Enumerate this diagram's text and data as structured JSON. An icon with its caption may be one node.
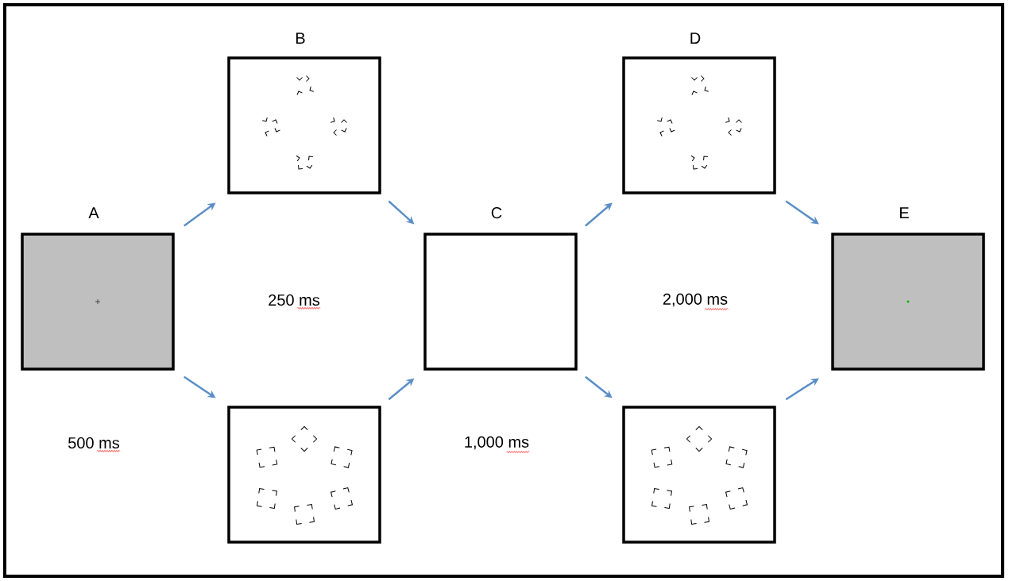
{
  "diagram": {
    "nodes": [
      {
        "text": [
          "A"
        ]
      },
      {
        "text": [
          "B"
        ]
      },
      {
        "text": [],
        "shape": "box"
      },
      {
        "text": [
          "C"
        ]
      },
      {
        "text": [
          "D"
        ]
      },
      {
        "text": [],
        "shape": "box"
      },
      {
        "text": [
          "E"
        ]
      }
    ],
    "edges": [
      {
        "from": 0,
        "to": 1,
        "arrow": "to"
      },
      {
        "from": 0,
        "to": 2,
        "arrow": "to"
      },
      {
        "from": 1,
        "to": 3,
        "arrow": "to"
      },
      {
        "from": 2,
        "to": 3,
        "arrow": "to"
      },
      {
        "from": 3,
        "to": 4,
        "arrow": "to"
      },
      {
        "from": 3,
        "to": 5,
        "arrow": "to"
      },
      {
        "from": 4,
        "to": 6,
        "arrow": "to"
      },
      {
        "from": 5,
        "to": 6,
        "arrow": "to"
      }
    ],
    "labels": [
      "250 ms",
      "2,000 ms",
      "500 ms",
      "1,000 ms"
    ]
  }
}
